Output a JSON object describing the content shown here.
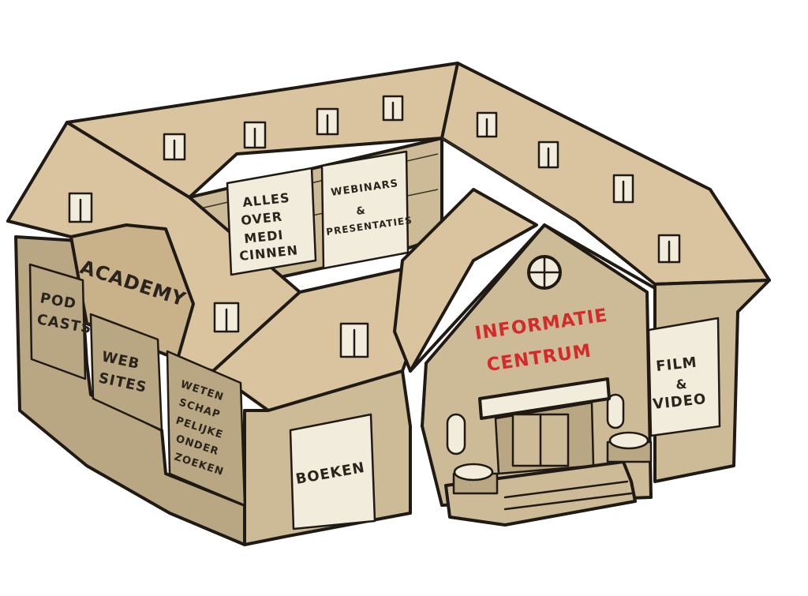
{
  "labels": {
    "academy": "ACADEMY",
    "podcasts": [
      "POD",
      "CASTS"
    ],
    "websites": [
      "WEB",
      "SITES"
    ],
    "wetenschap": [
      "WETEN",
      "SCHAP",
      "PELIJKE",
      "ONDER",
      "ZOEKEN"
    ],
    "alles_over": [
      "ALLES",
      "OVER",
      "MEDI",
      "CINNEN"
    ],
    "webinars": [
      "WEBINARS",
      "&",
      "PRESENTATIES"
    ],
    "informatie": [
      "INFORMATIE",
      "CENTRUM"
    ],
    "film": [
      "FILM",
      "&",
      "VIDEO"
    ],
    "boeken": "BOEKEN"
  },
  "colors": {
    "ink": "#1f1a14",
    "roof": "#d9c49f",
    "wall": "#cdbb98",
    "panel": "#f2ecdc",
    "accent_red": "#d42a2a"
  }
}
